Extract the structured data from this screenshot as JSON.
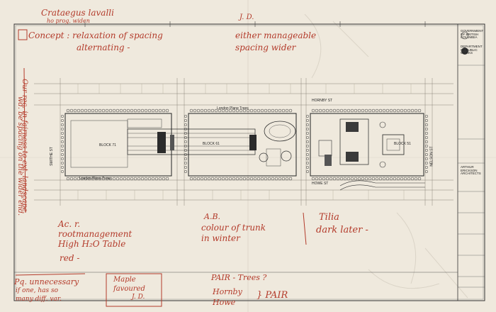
{
  "title_block": {
    "org_top": "GOVERNMENT OF BRITISH COLUMBIA",
    "dept": "DEPARTMENT OF PUBLIC WORKS",
    "architects": "ARTHUR ERICKSON ARCHITECTS"
  },
  "plan_labels": {
    "block_71": "BLOCK 71",
    "block_61": "BLOCK 61",
    "block_51": "BLOCK 51",
    "street_top": "HORNBY ST",
    "street_bottom": "HOWE ST",
    "lane_top": "London Plane Trees",
    "lane_bottom": "London Plane Trees",
    "street_side_left": "SMITHE ST",
    "street_side_right": "NELSON ST"
  },
  "notes": {
    "n_top_left": "Crataegus lavalli",
    "n_top_left_sub": "ho prog. widen",
    "n_top_mid": "J. D.",
    "n_concept_1": "Concept : relaxation of spacing",
    "n_concept_2": "alternating -",
    "n_right_1": "either manageable",
    "n_right_2": "spacing wider",
    "n_left_vert": "Our rec. in fairness to ext. landscape",
    "n_left_vert_2": "wd. be spacing on the wider end.",
    "n_acr_1": "Ac. r.",
    "n_acr_2": "rootmanagement",
    "n_acr_3": "High H₂O Table",
    "n_acr_4": "red -",
    "n_ab_1": "A.B.",
    "n_ab_2": "colour of trunk",
    "n_ab_3": "in winter",
    "n_tilia_1": "Tilia",
    "n_tilia_2": "dark later -",
    "n_pq_1": "Pq. unnecessary",
    "n_pq_2": "if one, has so",
    "n_pq_3": "many diff. var.",
    "n_maple_1": "Maple",
    "n_maple_2": "favoured",
    "n_maple_3": "J. D.",
    "n_pair_1": "PAIR - Trees ?",
    "n_pair_2": "Hornby",
    "n_pair_3": "Howe",
    "n_pair_4": "} PAIR"
  }
}
